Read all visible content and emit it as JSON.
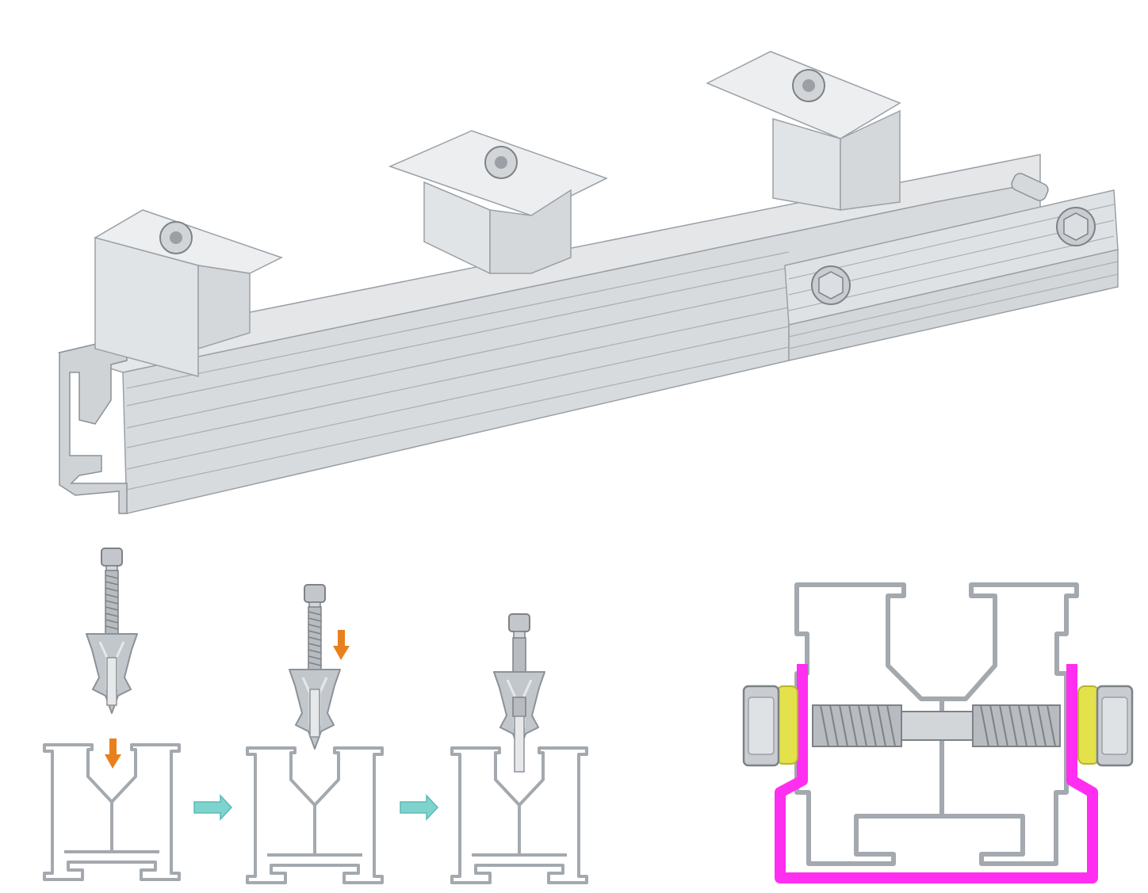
{
  "figure": {
    "panels": [
      {
        "id": "isometric-assembly",
        "label": ""
      },
      {
        "id": "step-1",
        "label": ""
      },
      {
        "id": "step-2",
        "label": ""
      },
      {
        "id": "step-3",
        "label": ""
      },
      {
        "id": "splice-cross-section",
        "label": ""
      }
    ]
  },
  "colors": {
    "aluminum_light": "#e6e8ea",
    "aluminum_mid": "#c9cdd1",
    "aluminum_dark": "#9aa0a6",
    "profile_outline": "#a3a9ae",
    "screw": "#b8bcc0",
    "screw_dark": "#7d8287",
    "insert": "#c2c7cc",
    "arrow_down": "#e8801e",
    "arrow_step": "#7fd3cf",
    "splice_sleeve": "#ff2ef0",
    "washer": "#e3e24a"
  }
}
